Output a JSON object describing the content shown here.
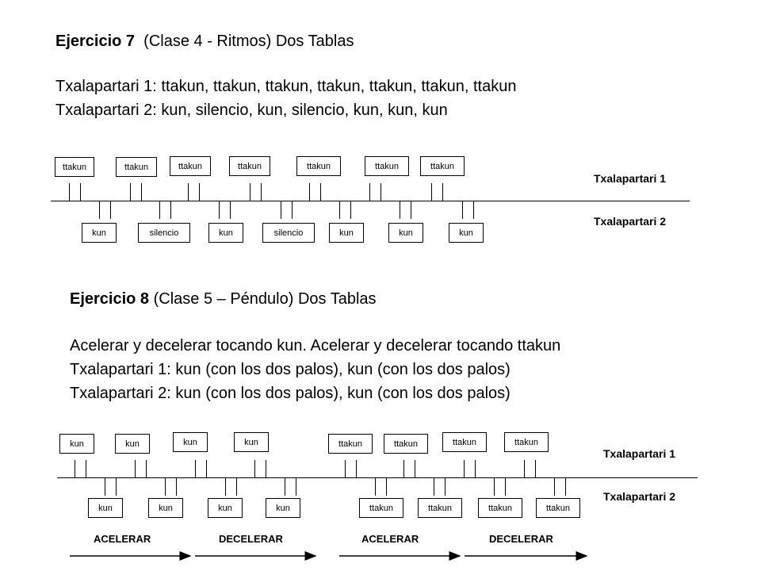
{
  "ex7": {
    "title_bold": "Ejercicio 7",
    "title_rest": "  (Clase 4 - Ritmos) Dos Tablas",
    "line1": "Txalapartari 1: ttakun, ttakun, ttakun, ttakun, ttakun, ttakun, ttakun",
    "line2": "Txalapartari 2: kun, silencio, kun, silencio, kun, kun, kun",
    "top_boxes": [
      "ttakun",
      "ttakun",
      "ttakun",
      "ttakun",
      "ttakun",
      "ttakun",
      "ttakun"
    ],
    "bottom_boxes": [
      "kun",
      "silencio",
      "kun",
      "silencio",
      "kun",
      "kun",
      "kun"
    ],
    "label_top": "Txalapartari 1",
    "label_bottom": "Txalapartari 2"
  },
  "ex8": {
    "title_bold": "Ejercicio 8",
    "title_rest": " (Clase 5 – Péndulo) Dos Tablas",
    "line1": "Acelerar y decelerar tocando kun. Acelerar y decelerar tocando ttakun",
    "line2": "Txalapartari 1: kun (con los dos palos), kun (con los dos palos)",
    "line3": "Txalapartari 2: kun (con los dos palos), kun (con los dos palos)",
    "top_boxes": [
      "kun",
      "kun",
      "kun",
      "kun",
      "ttakun",
      "ttakun",
      "ttakun",
      "ttakun"
    ],
    "bottom_boxes": [
      "kun",
      "kun",
      "kun",
      "kun",
      "ttakun",
      "ttakun",
      "ttakun",
      "ttakun"
    ],
    "label_top": "Txalapartari 1",
    "label_bottom": "Txalapartari 2",
    "directions": [
      "ACELERAR",
      "DECELERAR",
      "ACELERAR",
      "DECELERAR"
    ]
  }
}
